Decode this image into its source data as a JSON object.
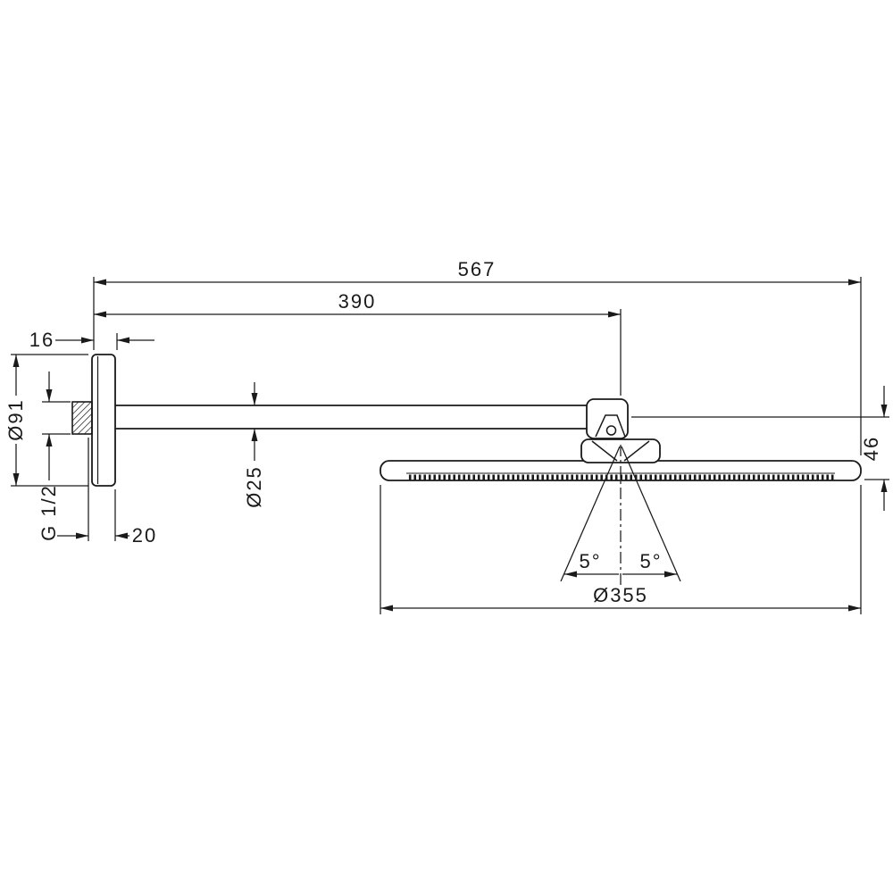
{
  "drawing": {
    "background": "#ffffff",
    "line_color": "#1a1a1a"
  },
  "dims": {
    "total_projection": "567",
    "arm_length": "390",
    "wall_plate_thickness": "16",
    "escutcheon_diameter": "Ø91",
    "thread_size": "G 1/2",
    "wall_offset": "20",
    "arm_diameter": "Ø25",
    "head_drop_height": "46",
    "head_diameter": "Ø355",
    "swivel_angle_left": "5°",
    "swivel_angle_right": "5°"
  }
}
